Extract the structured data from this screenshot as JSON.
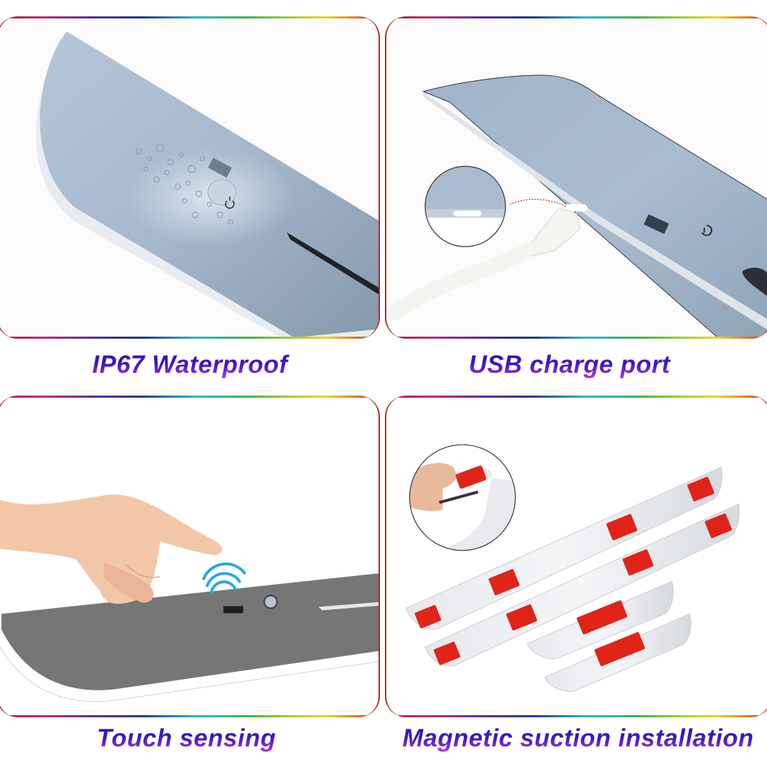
{
  "panels": [
    {
      "id": "ip67",
      "caption": "IP67 Waterproof",
      "depicts": "light-blue door sill plate with water droplets around touch power button",
      "icons": [
        "water-droplets-icon",
        "power-icon"
      ]
    },
    {
      "id": "usb",
      "caption": "USB charge port",
      "depicts": "blue door sill plate with USB cable plugged into side port and magnified inset of port",
      "icons": [
        "usb-cable-icon",
        "power-icon",
        "magnifier-inset"
      ]
    },
    {
      "id": "touch",
      "caption": "Touch sensing",
      "depicts": "hand finger touching dark grey sill plate sensor with blue signal waves",
      "icons": [
        "hand-icon",
        "signal-waves-icon",
        "sensor-button-icon"
      ]
    },
    {
      "id": "magnetic",
      "caption": "Magnetic suction installation",
      "depicts": "four silver sill plates with red adhesive magnetic pads and inset of finger peeling pad",
      "icons": [
        "magnet-pad-icon",
        "hand-peel-inset"
      ]
    }
  ],
  "colors": {
    "panel_border": "#b3261e",
    "caption_gradient_top": "#2a10c8",
    "caption_gradient_bottom": "#b040e0",
    "plate_blue": "#a7b9cb",
    "plate_grey": "#767676",
    "pad_red": "#e02418",
    "signal_blue": "#28a8e6"
  }
}
